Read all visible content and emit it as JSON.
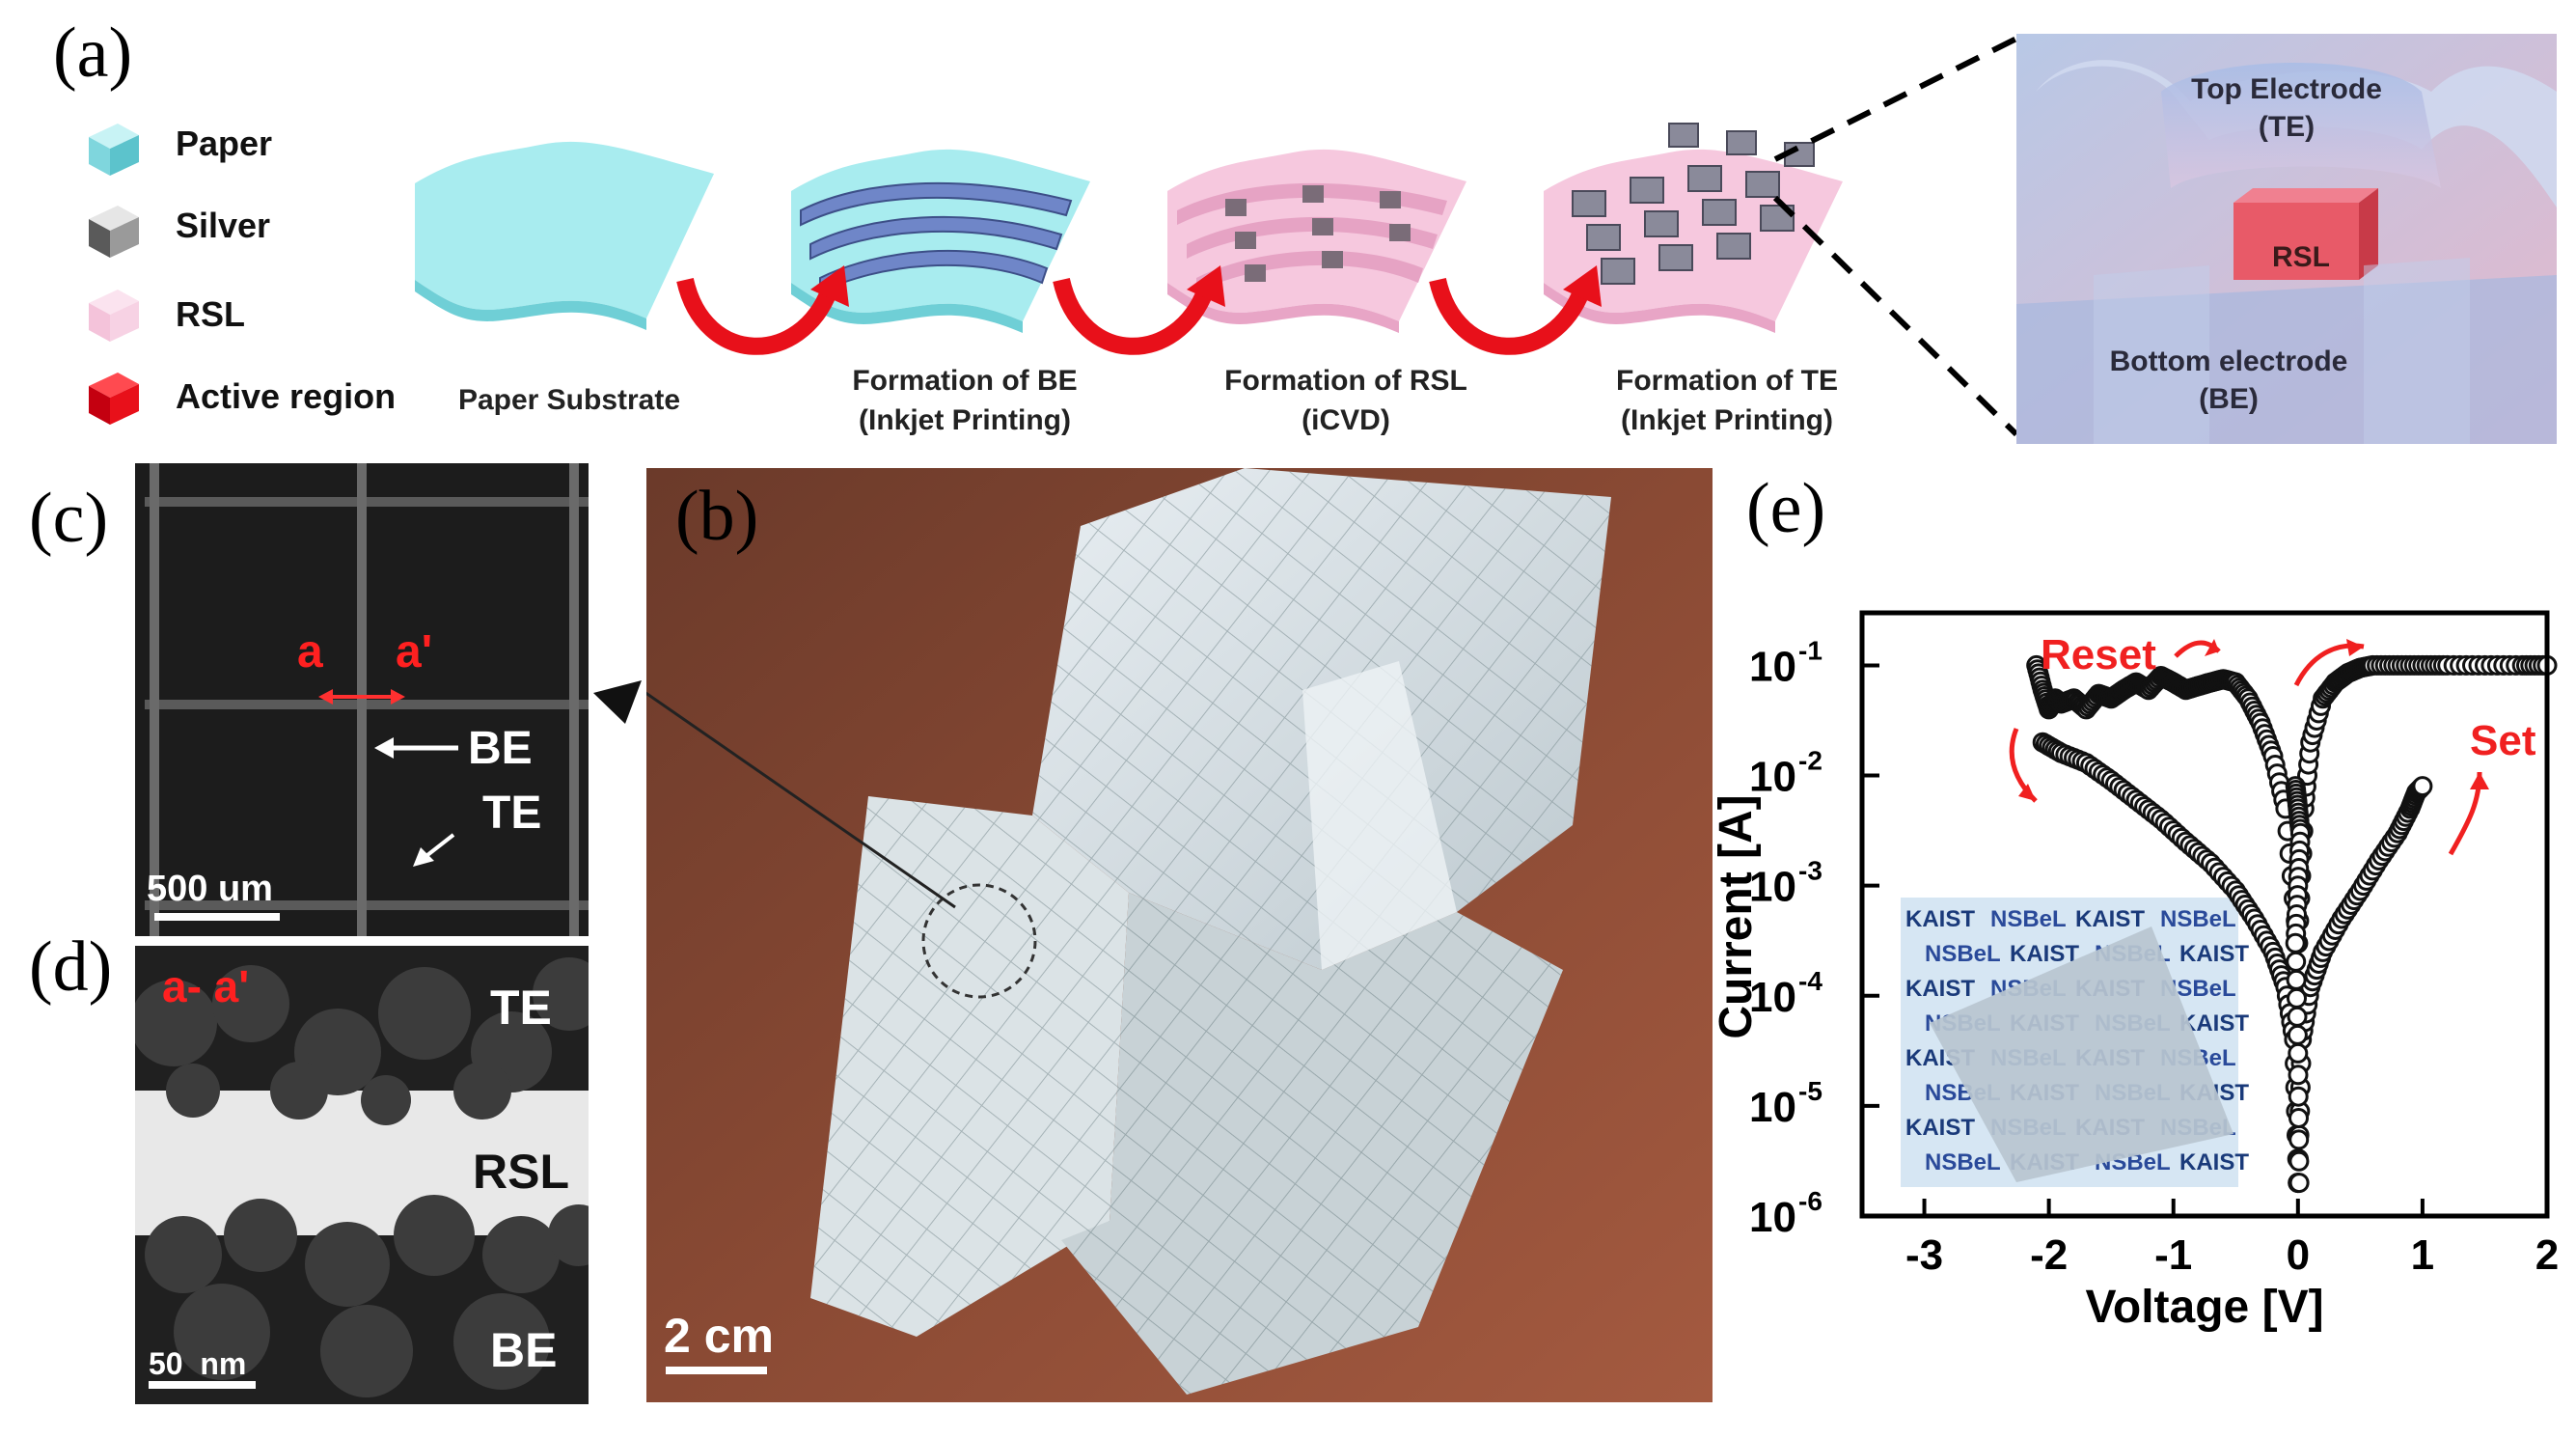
{
  "panels": {
    "a": {
      "letter": "(a)",
      "legend": [
        {
          "label": "Paper",
          "color": "#9ee3e8"
        },
        {
          "label": "Silver",
          "color": "#8a8a8a"
        },
        {
          "label": "RSL",
          "color": "#f6c8de"
        },
        {
          "label": "Active region",
          "color": "#e8101a"
        }
      ],
      "steps": [
        {
          "line1": "Paper Substrate",
          "line2": ""
        },
        {
          "line1": "Formation of BE",
          "line2": "(Inkjet Printing)"
        },
        {
          "line1": "Formation of RSL",
          "line2": "(iCVD)"
        },
        {
          "line1": "Formation of TE",
          "line2": "(Inkjet Printing)"
        }
      ],
      "zoom": {
        "top_line1": "Top Electrode",
        "top_line2": "(TE)",
        "rsl": "RSL",
        "bottom_line1": "Bottom electrode",
        "bottom_line2": "(BE)"
      }
    },
    "b": {
      "letter": "(b)",
      "scale": "2 cm"
    },
    "c": {
      "letter": "(c)",
      "a_label": "a",
      "a_prime_label": "a'",
      "be_label": "BE",
      "te_label": "TE",
      "scale": "500 um"
    },
    "d": {
      "letter": "(d)",
      "label": "a- a'",
      "te": "TE",
      "rsl": "RSL",
      "be": "BE",
      "scale": "50  nm"
    },
    "e": {
      "letter": "(e)"
    }
  },
  "chart_data": {
    "type": "scatter",
    "xlabel": "Voltage [V]",
    "ylabel": "Current [A]",
    "xlim": [
      -3.5,
      2
    ],
    "ylim": [
      1e-06,
      0.3
    ],
    "yscale": "log",
    "xticks": [
      "-3",
      "-2",
      "-1",
      "0",
      "1",
      "2"
    ],
    "yticks": [
      "10",
      "10",
      "10",
      "10",
      "10",
      "10"
    ],
    "ytick_exponents": [
      "-1",
      "-2",
      "-3",
      "-4",
      "-5",
      "-6"
    ],
    "ytick_values": [
      0.1,
      0.01,
      0.001,
      0.0001,
      1e-05,
      1e-06
    ],
    "annotations": {
      "reset": "Reset",
      "set": "Set"
    },
    "inset_logo_texts": [
      "KAIST",
      "NSBeL"
    ],
    "series": [
      {
        "x": [
          -2.1,
          -2.05,
          -2.0,
          -1.95,
          -1.9,
          -1.8,
          -1.7,
          -1.6,
          -1.5,
          -1.4,
          -1.3,
          -1.2,
          -1.1,
          -1.0,
          -0.9,
          -0.8,
          -0.7,
          -0.6,
          -0.5,
          -0.4,
          -0.3,
          -0.2,
          -0.1,
          0.0
        ],
        "y": [
          0.1,
          0.06,
          0.04,
          0.05,
          0.045,
          0.05,
          0.04,
          0.055,
          0.05,
          0.06,
          0.07,
          0.06,
          0.08,
          0.07,
          0.06,
          0.065,
          0.07,
          0.075,
          0.07,
          0.05,
          0.03,
          0.015,
          0.005,
          0.0003
        ]
      },
      {
        "x": [
          0.0,
          0.05,
          0.1,
          0.2,
          0.3,
          0.4,
          0.5,
          0.6,
          0.8,
          1.0,
          1.2,
          1.5,
          1.8,
          2.0
        ],
        "y": [
          0.0003,
          0.005,
          0.02,
          0.05,
          0.07,
          0.085,
          0.095,
          0.1,
          0.1,
          0.1,
          0.1,
          0.1,
          0.1,
          0.1
        ]
      },
      {
        "x": [
          -2.05,
          -1.9,
          -1.7,
          -1.5,
          -1.3,
          -1.1,
          -0.9,
          -0.7,
          -0.5,
          -0.35,
          -0.2,
          -0.1,
          -0.03,
          0.0
        ],
        "y": [
          0.02,
          0.016,
          0.013,
          0.009,
          0.006,
          0.004,
          0.0025,
          0.0016,
          0.0009,
          0.0005,
          0.00025,
          0.00012,
          4e-05,
          2e-06
        ]
      },
      {
        "x": [
          0.0,
          0.03,
          0.1,
          0.2,
          0.35,
          0.5,
          0.65,
          0.8,
          0.9,
          0.95,
          1.0
        ],
        "y": [
          2e-06,
          4e-05,
          0.00012,
          0.00025,
          0.0005,
          0.0009,
          0.0017,
          0.003,
          0.005,
          0.007,
          0.008
        ]
      },
      {
        "x": [
          -0.02,
          0.0,
          0.02,
          0.0,
          -0.02,
          0.0,
          0.01
        ],
        "y": [
          0.008,
          0.005,
          0.003,
          0.001,
          0.0003,
          3e-05,
          2e-06
        ]
      }
    ]
  }
}
